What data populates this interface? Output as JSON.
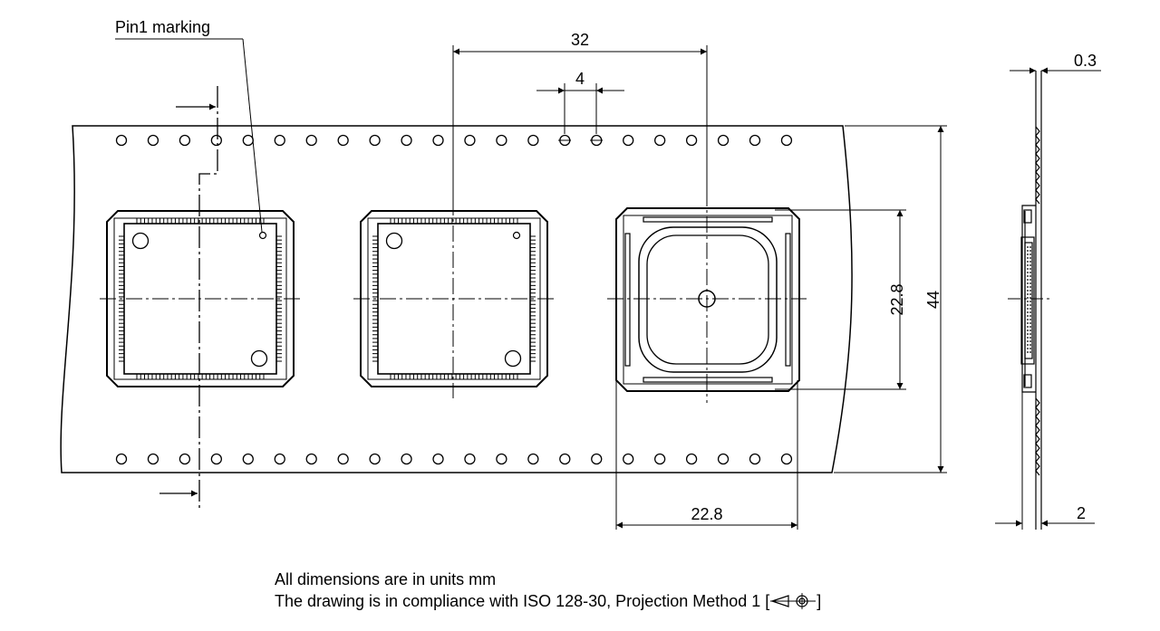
{
  "labels": {
    "pin1": "Pin1 marking",
    "pitch_32": "32",
    "hole_pitch_4": "4",
    "pocket_height": "22.8",
    "tape_width": "44",
    "pocket_width": "22.8",
    "tape_thickness": "0.3",
    "pocket_depth": "2"
  },
  "notes": {
    "line1": "All dimensions are in units mm",
    "line2": "The drawing is in compliance with ISO 128-30, Projection Method 1 [",
    "line2_end": "]"
  }
}
